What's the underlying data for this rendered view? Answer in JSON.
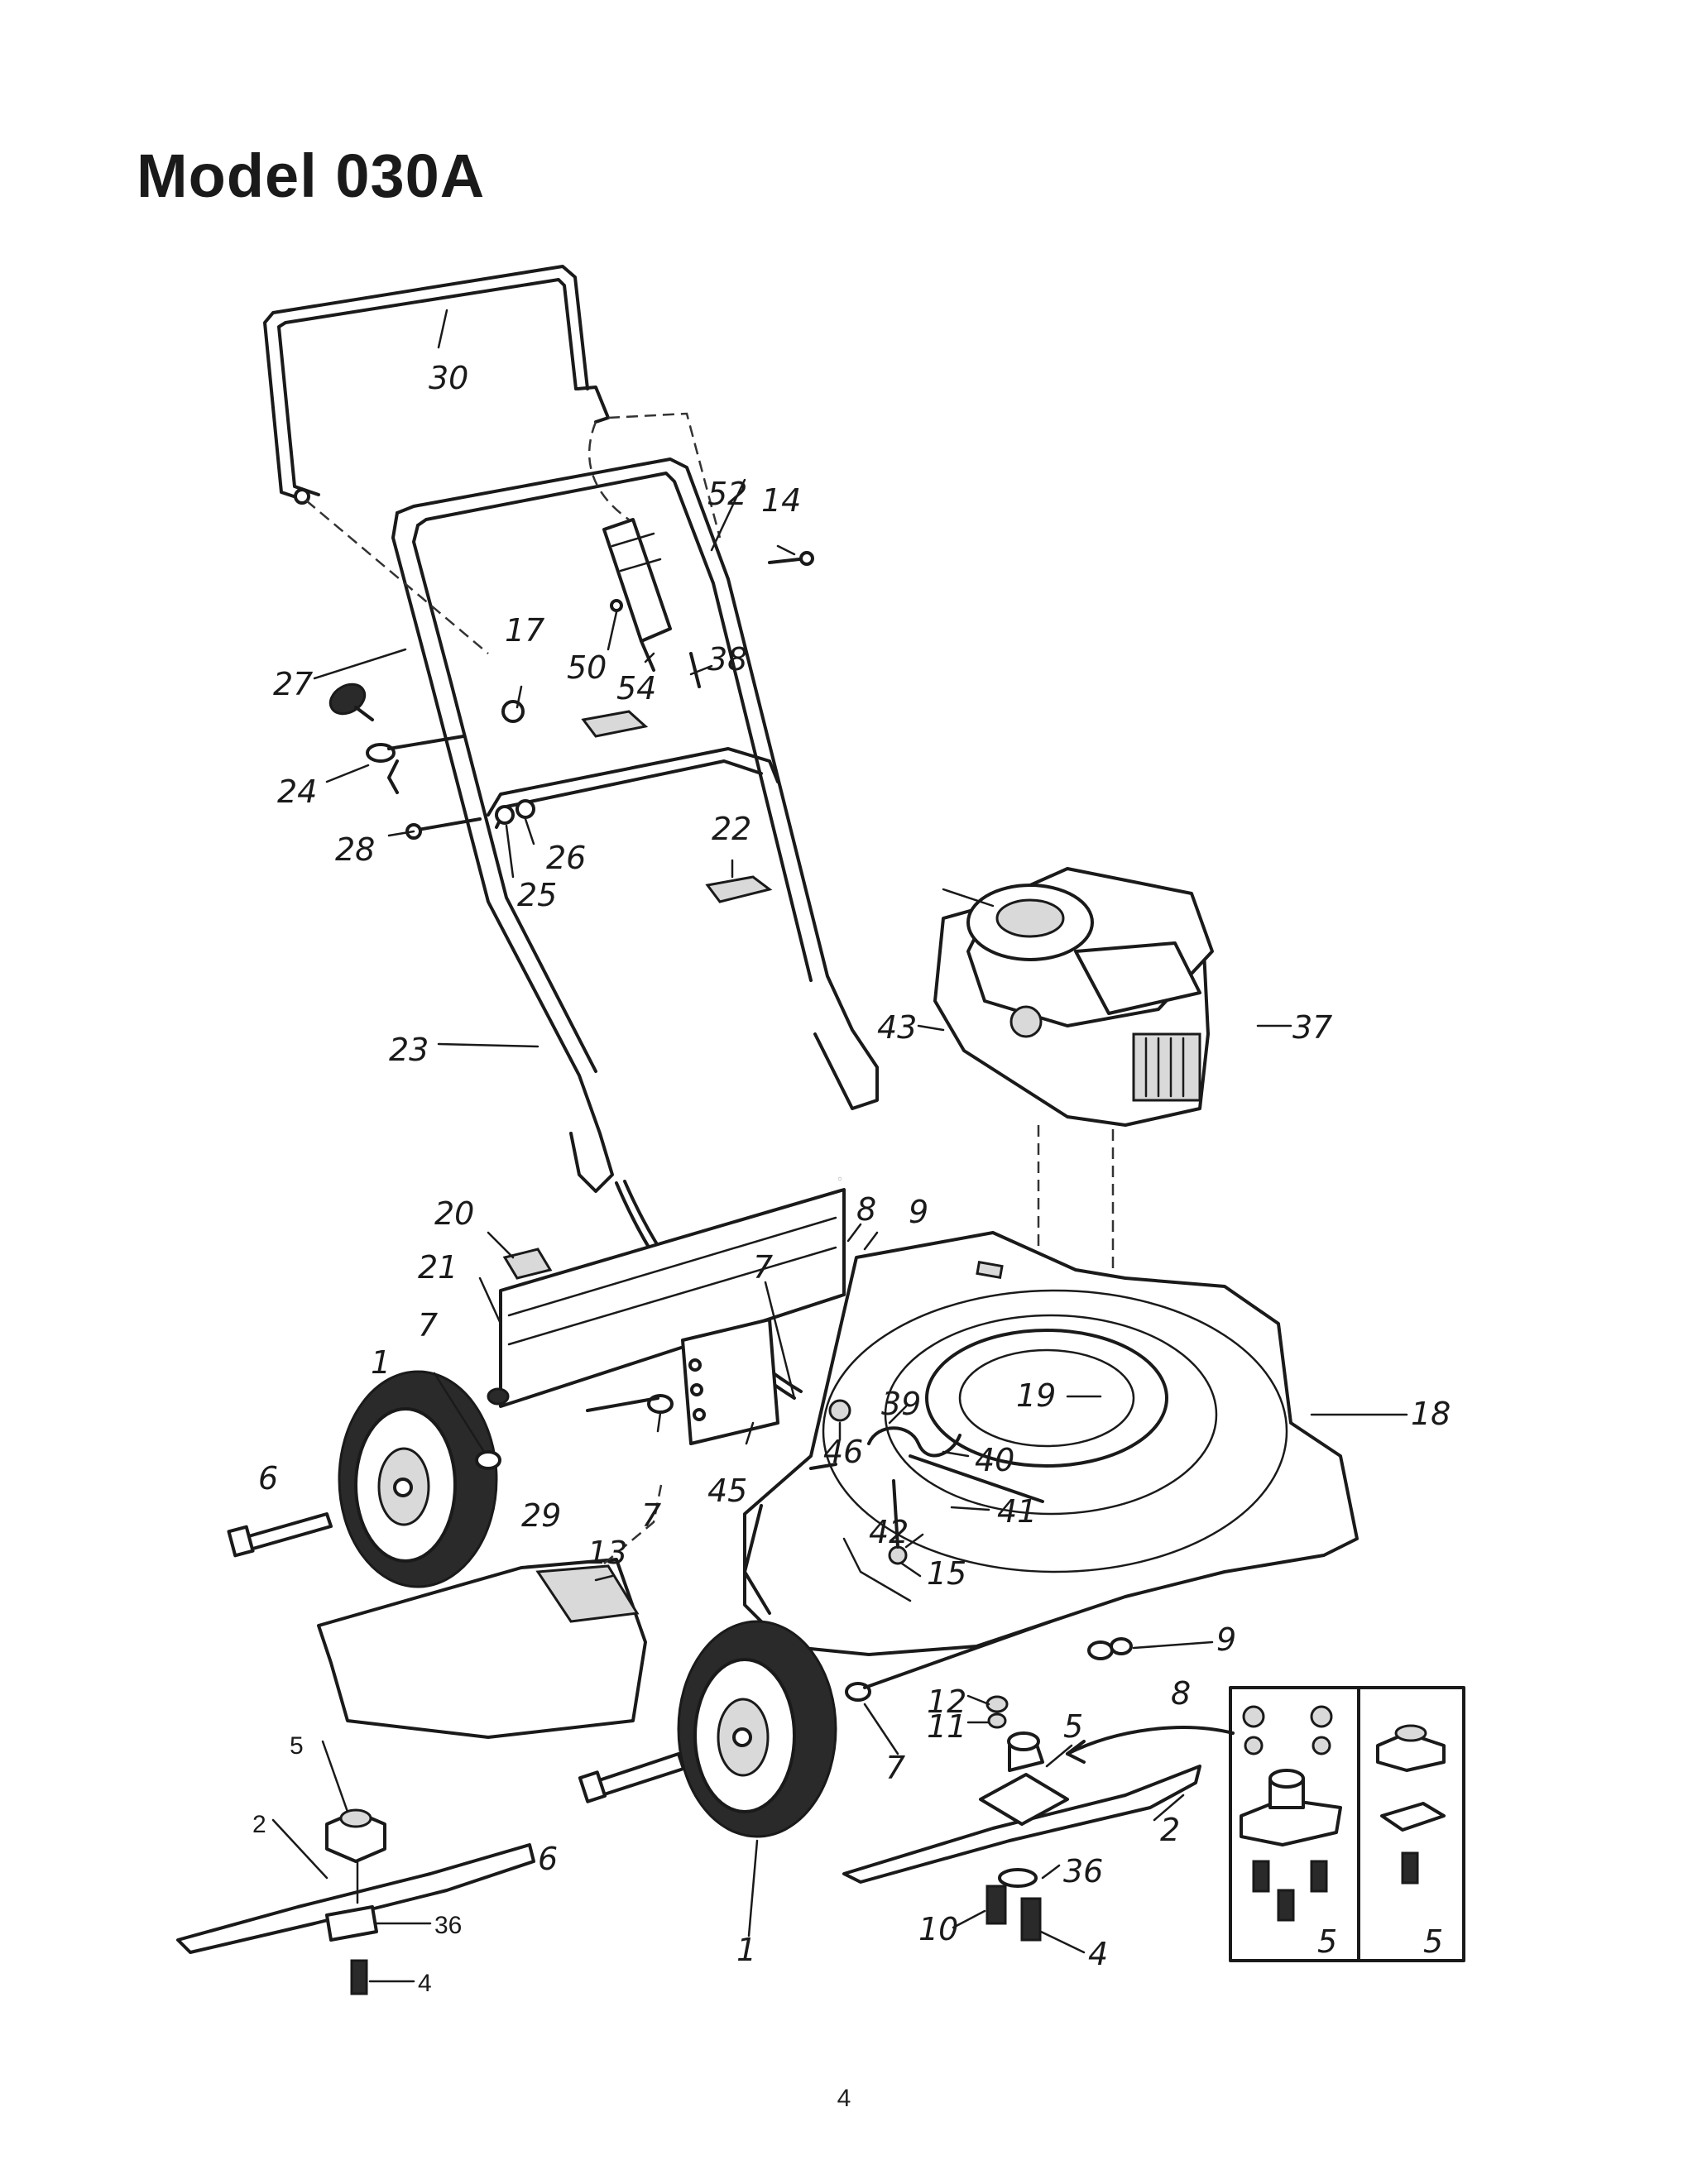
{
  "title": "Model 030A",
  "page_number": "4",
  "callouts": [
    {
      "id": "30",
      "text": "30"
    },
    {
      "id": "52",
      "text": "52"
    },
    {
      "id": "14",
      "text": "14"
    },
    {
      "id": "17",
      "text": "17"
    },
    {
      "id": "50",
      "text": "50"
    },
    {
      "id": "54",
      "text": "54"
    },
    {
      "id": "38",
      "text": "38"
    },
    {
      "id": "27",
      "text": "27"
    },
    {
      "id": "24",
      "text": "24"
    },
    {
      "id": "28",
      "text": "28"
    },
    {
      "id": "26",
      "text": "26"
    },
    {
      "id": "25",
      "text": "25"
    },
    {
      "id": "22",
      "text": "22"
    },
    {
      "id": "43",
      "text": "43"
    },
    {
      "id": "37",
      "text": "37"
    },
    {
      "id": "23",
      "text": "23"
    },
    {
      "id": "20",
      "text": "20"
    },
    {
      "id": "21",
      "text": "21"
    },
    {
      "id": "8a",
      "text": "8"
    },
    {
      "id": "9a",
      "text": "9"
    },
    {
      "id": "7a",
      "text": "7"
    },
    {
      "id": "7b",
      "text": "7"
    },
    {
      "id": "1a",
      "text": "1"
    },
    {
      "id": "19",
      "text": "19"
    },
    {
      "id": "18",
      "text": "18"
    },
    {
      "id": "39",
      "text": "39"
    },
    {
      "id": "46",
      "text": "46"
    },
    {
      "id": "6a",
      "text": "6"
    },
    {
      "id": "29",
      "text": "29"
    },
    {
      "id": "7c",
      "text": "7"
    },
    {
      "id": "45",
      "text": "45"
    },
    {
      "id": "40",
      "text": "40"
    },
    {
      "id": "41",
      "text": "41"
    },
    {
      "id": "42",
      "text": "42"
    },
    {
      "id": "15",
      "text": "15"
    },
    {
      "id": "13",
      "text": "13"
    },
    {
      "id": "9b",
      "text": "9"
    },
    {
      "id": "8b",
      "text": "8"
    },
    {
      "id": "12",
      "text": "12"
    },
    {
      "id": "11",
      "text": "11"
    },
    {
      "id": "5a",
      "text": "5"
    },
    {
      "id": "7d",
      "text": "7"
    },
    {
      "id": "2a",
      "text": "2"
    },
    {
      "id": "36a",
      "text": "36"
    },
    {
      "id": "6b",
      "text": "6"
    },
    {
      "id": "1b",
      "text": "1"
    },
    {
      "id": "10",
      "text": "10"
    },
    {
      "id": "4a",
      "text": "4"
    },
    {
      "id": "5b",
      "text": "5"
    },
    {
      "id": "5c",
      "text": "5"
    },
    {
      "id": "5d",
      "text": "5"
    },
    {
      "id": "2b",
      "text": "2"
    },
    {
      "id": "36b",
      "text": "36"
    },
    {
      "id": "4b",
      "text": "4"
    }
  ]
}
